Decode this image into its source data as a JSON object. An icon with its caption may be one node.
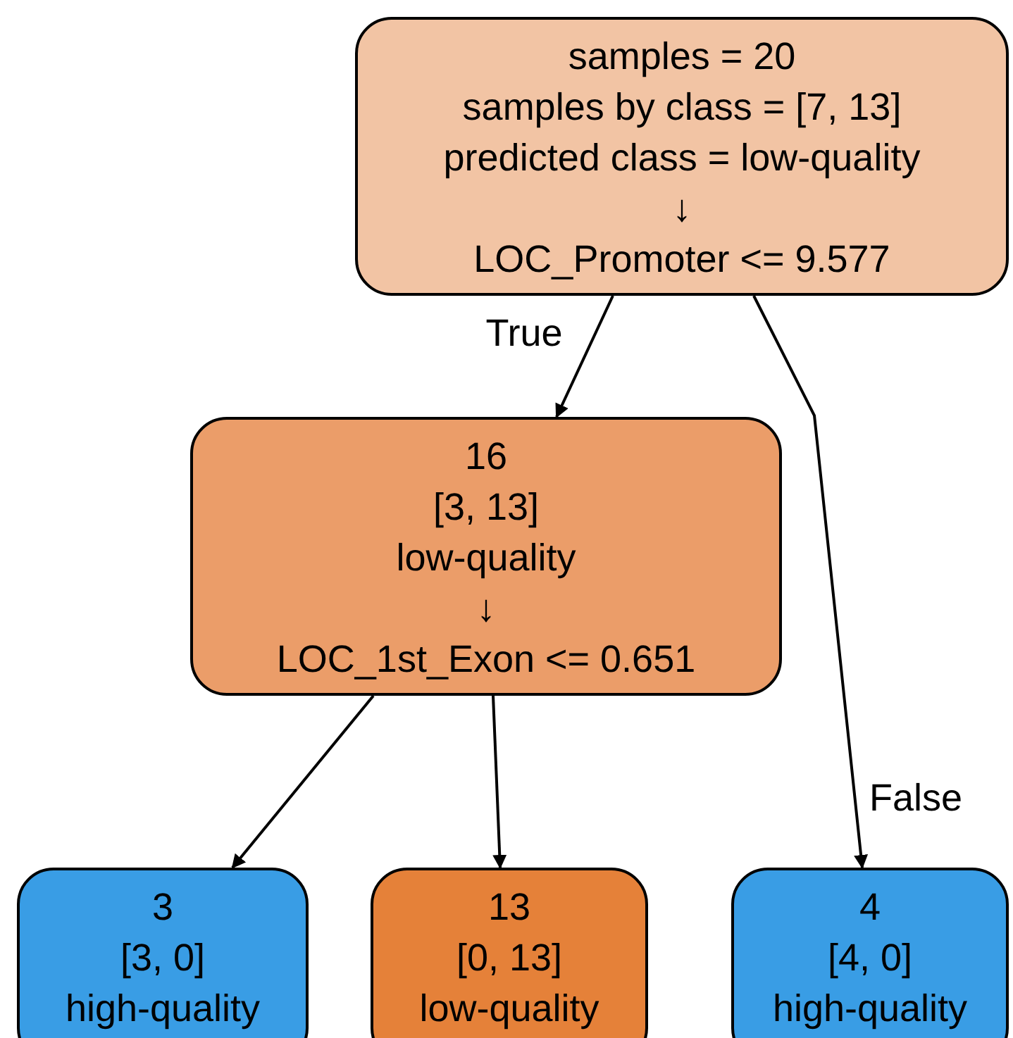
{
  "diagram": {
    "nodes": [
      {
        "text": [
          "samples = 20",
          "samples by class = [7, 13]",
          "predicted class = low-quality",
          "↓",
          "LOC_Promoter <= 9.577"
        ]
      },
      {
        "text": [
          "16",
          "[3, 13]",
          "low-quality",
          "↓",
          "LOC_1st_Exon <= 0.651"
        ]
      },
      {
        "text": [
          "3",
          "[3, 0]",
          "high-quality"
        ]
      },
      {
        "text": [
          "13",
          "[0, 13]",
          "low-quality"
        ]
      },
      {
        "text": [
          "4",
          "[4, 0]",
          "high-quality"
        ]
      }
    ],
    "edges": [
      {
        "from": 0,
        "to": 1,
        "arrow": "to",
        "label": "True"
      },
      {
        "from": 0,
        "to": 4,
        "arrow": "to",
        "label": "False"
      },
      {
        "from": 1,
        "to": 2,
        "arrow": "to"
      },
      {
        "from": 1,
        "to": 3,
        "arrow": "to"
      }
    ]
  }
}
